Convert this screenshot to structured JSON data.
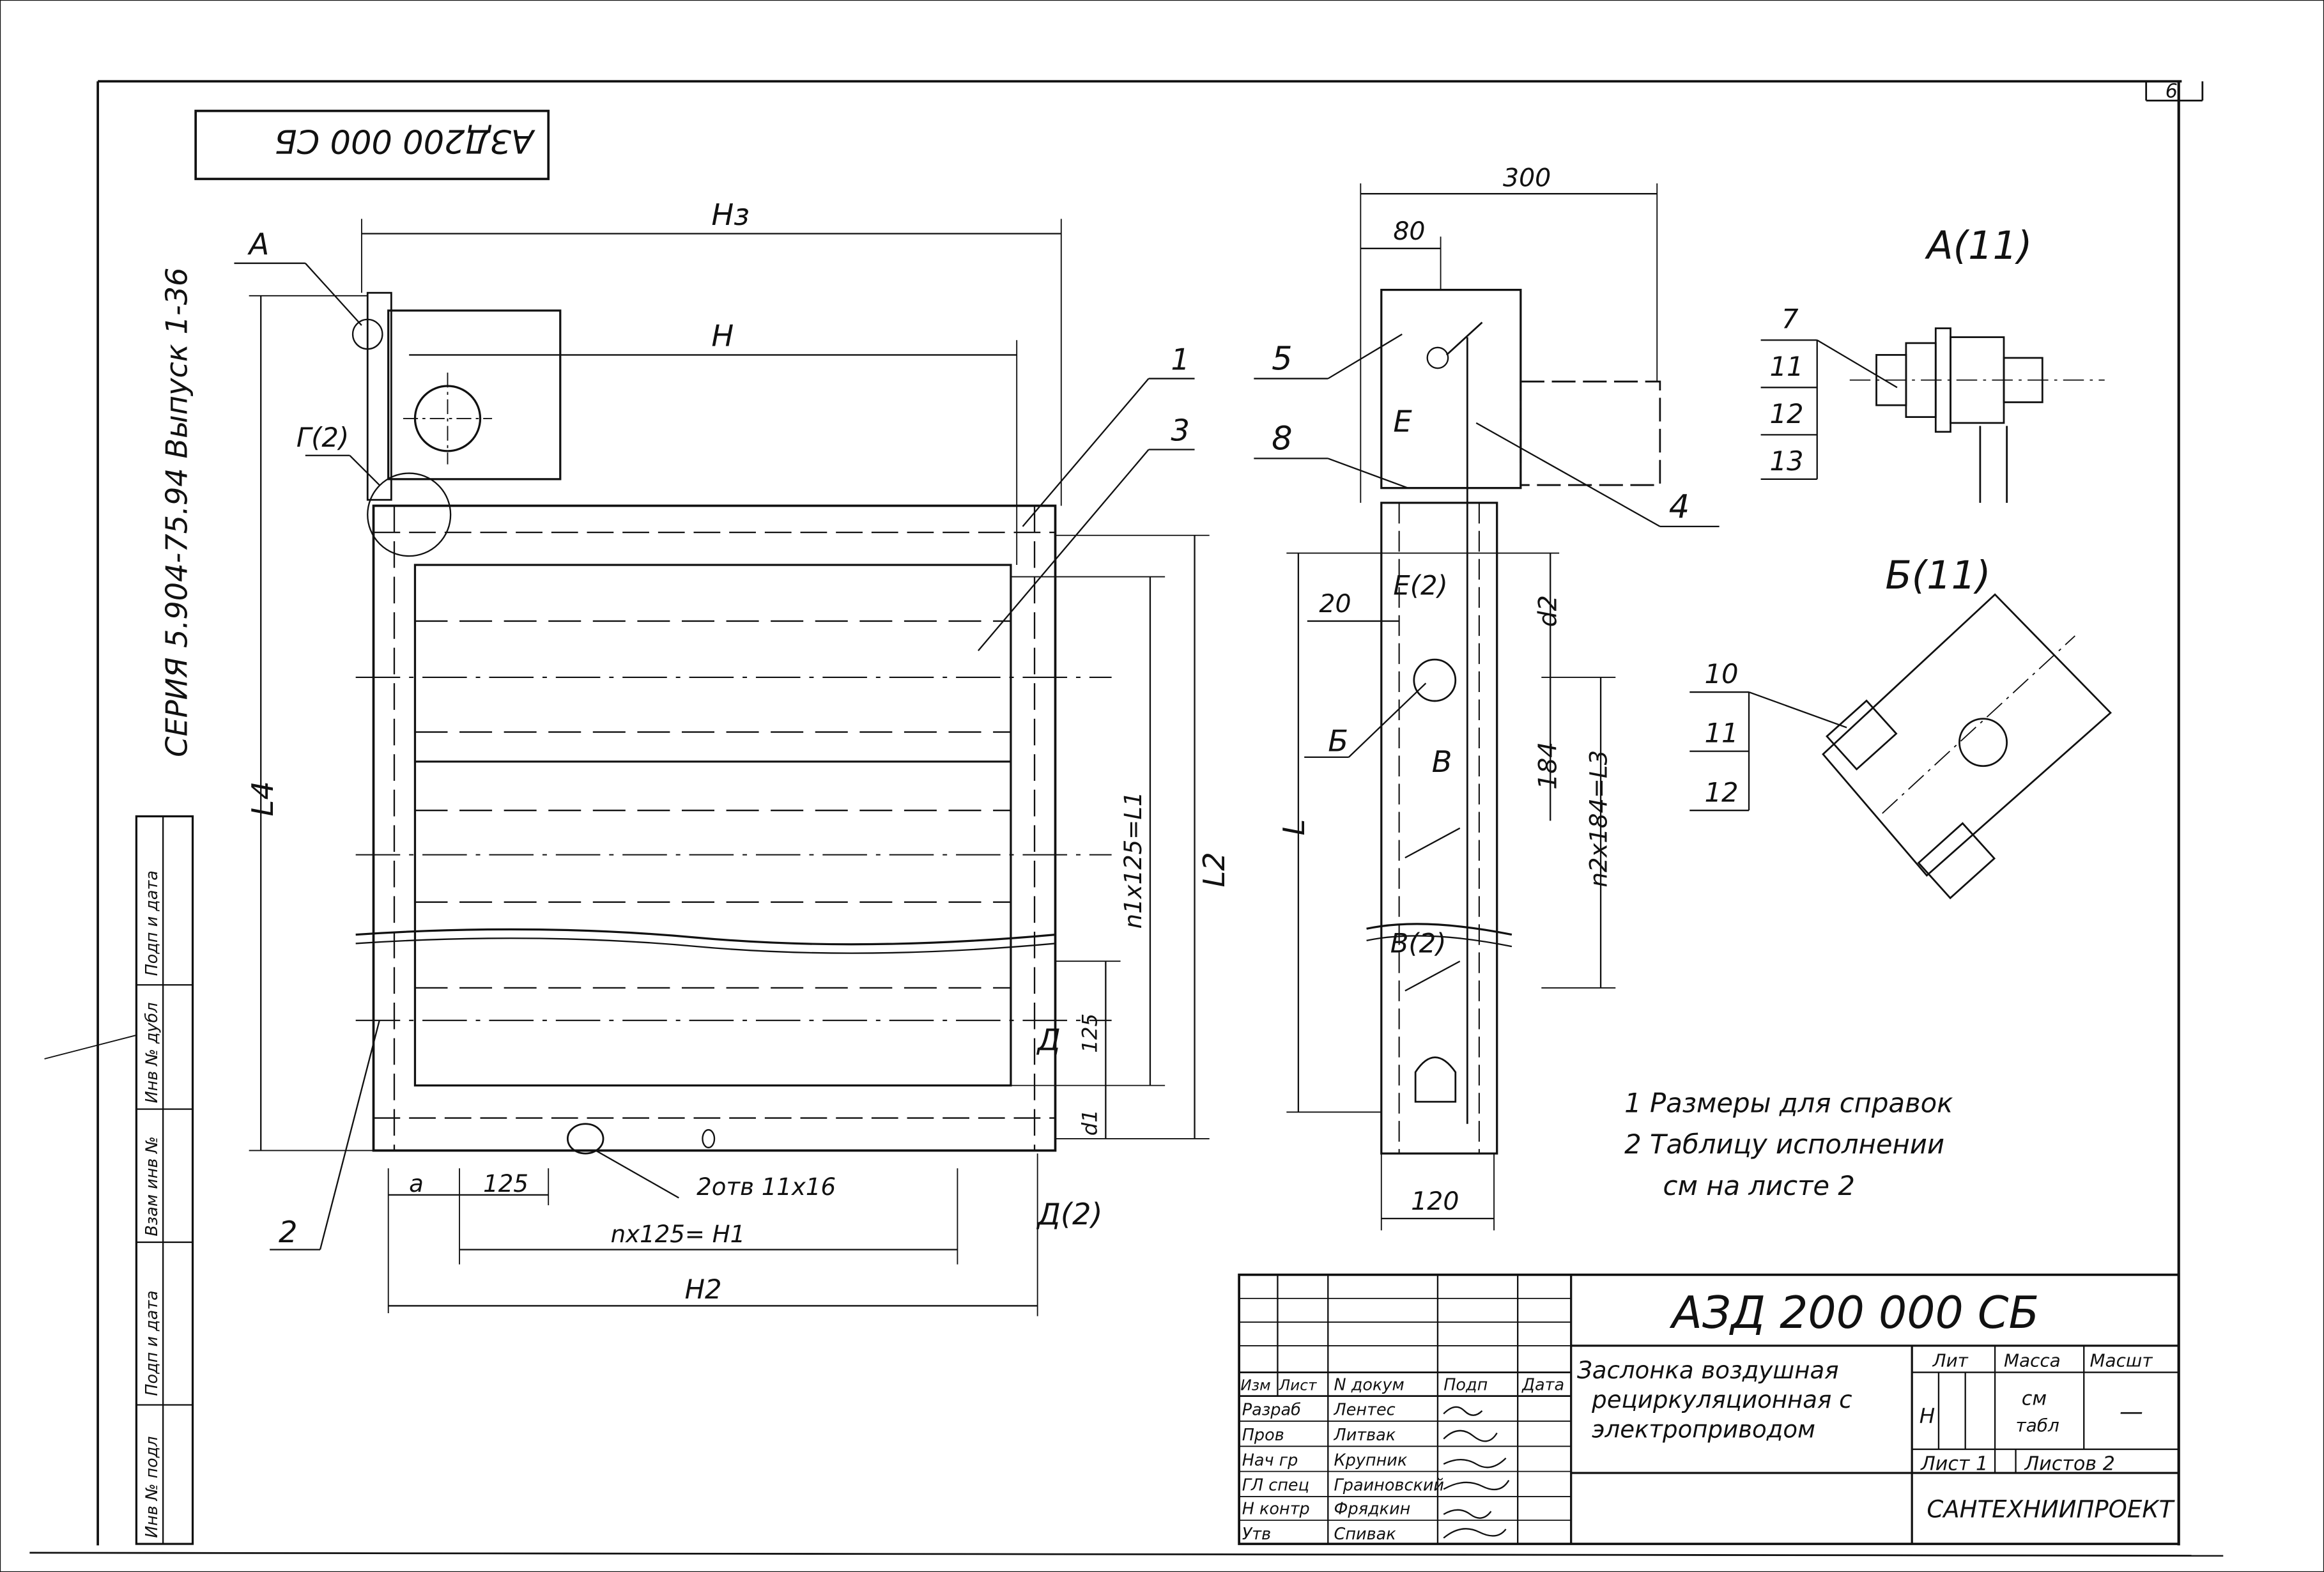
{
  "sheet": {
    "sheet_number": "6",
    "code_stamp": "АЗД200 000 СБ",
    "series_label": "СЕРИЯ 5.904-75.94 Выпуск 1-36"
  },
  "side_table": {
    "labels": [
      "Подп и дата",
      "Инв № дубл",
      "Взам инв №",
      "Подп и дата",
      "Инв № подл"
    ]
  },
  "front_view": {
    "dims": {
      "h3": "Hз",
      "h": "H",
      "l4": "L4",
      "l2": "L2",
      "l1": "n1x125=L1",
      "a": "a",
      "step": "125",
      "h1": "nx125= H1",
      "h2": "H2",
      "d_v": "125",
      "d1": "d1",
      "holes": "2отв  11x16"
    },
    "callouts": {
      "A": "А",
      "G": "Г(2)",
      "p1": "1",
      "p2": "2",
      "p3": "3",
      "D": "Д",
      "D2": "Д(2)"
    }
  },
  "side_view": {
    "dims": {
      "w300": "300",
      "w80": "80",
      "w20": "20",
      "w120": "120",
      "L": "L",
      "d2": "d2",
      "v184": "184",
      "l3": "n2x184=L3"
    },
    "callouts": {
      "p5": "5",
      "p8": "8",
      "p4": "4",
      "E": "Е",
      "E2": "Е(2)",
      "B": "Б",
      "V": "В",
      "V2": "В(2)"
    }
  },
  "detail_a": {
    "title": "А(11)",
    "labels": [
      "7",
      "11",
      "12",
      "13"
    ]
  },
  "detail_b": {
    "title": "Б(11)",
    "labels": [
      "10",
      "11",
      "12"
    ]
  },
  "notes": [
    "1 Размеры для справок",
    "2 Таблицу исполнении",
    "см на листе 2"
  ],
  "title_block": {
    "designation": "АЗД 200  000 СБ",
    "name_lines": [
      "Заслонка воздушная",
      "рециркуляционная с",
      "электроприводом"
    ],
    "head": [
      "Изм",
      "Лист",
      "N докум",
      "Подп",
      "Дата"
    ],
    "roles": [
      {
        "role": "Разраб",
        "name": "Лентес"
      },
      {
        "role": "Пров",
        "name": "Литвак"
      },
      {
        "role": "Нач гр",
        "name": "Крупник"
      },
      {
        "role": "ГЛ спец",
        "name": "Граиновский"
      },
      {
        "role": "Н контр",
        "name": "Фрядкин"
      },
      {
        "role": "Утв",
        "name": "Спивак"
      }
    ],
    "lit_header": "Лит",
    "mass_header": "Масса",
    "scale_header": "Масшт",
    "lit_value": "Н",
    "mass_value_1": "см",
    "mass_value_2": "табл",
    "scale_value": "—",
    "sheet": "Лист 1",
    "sheets": "Листов 2",
    "org": "САНТЕХНИИПРОЕКТ"
  }
}
